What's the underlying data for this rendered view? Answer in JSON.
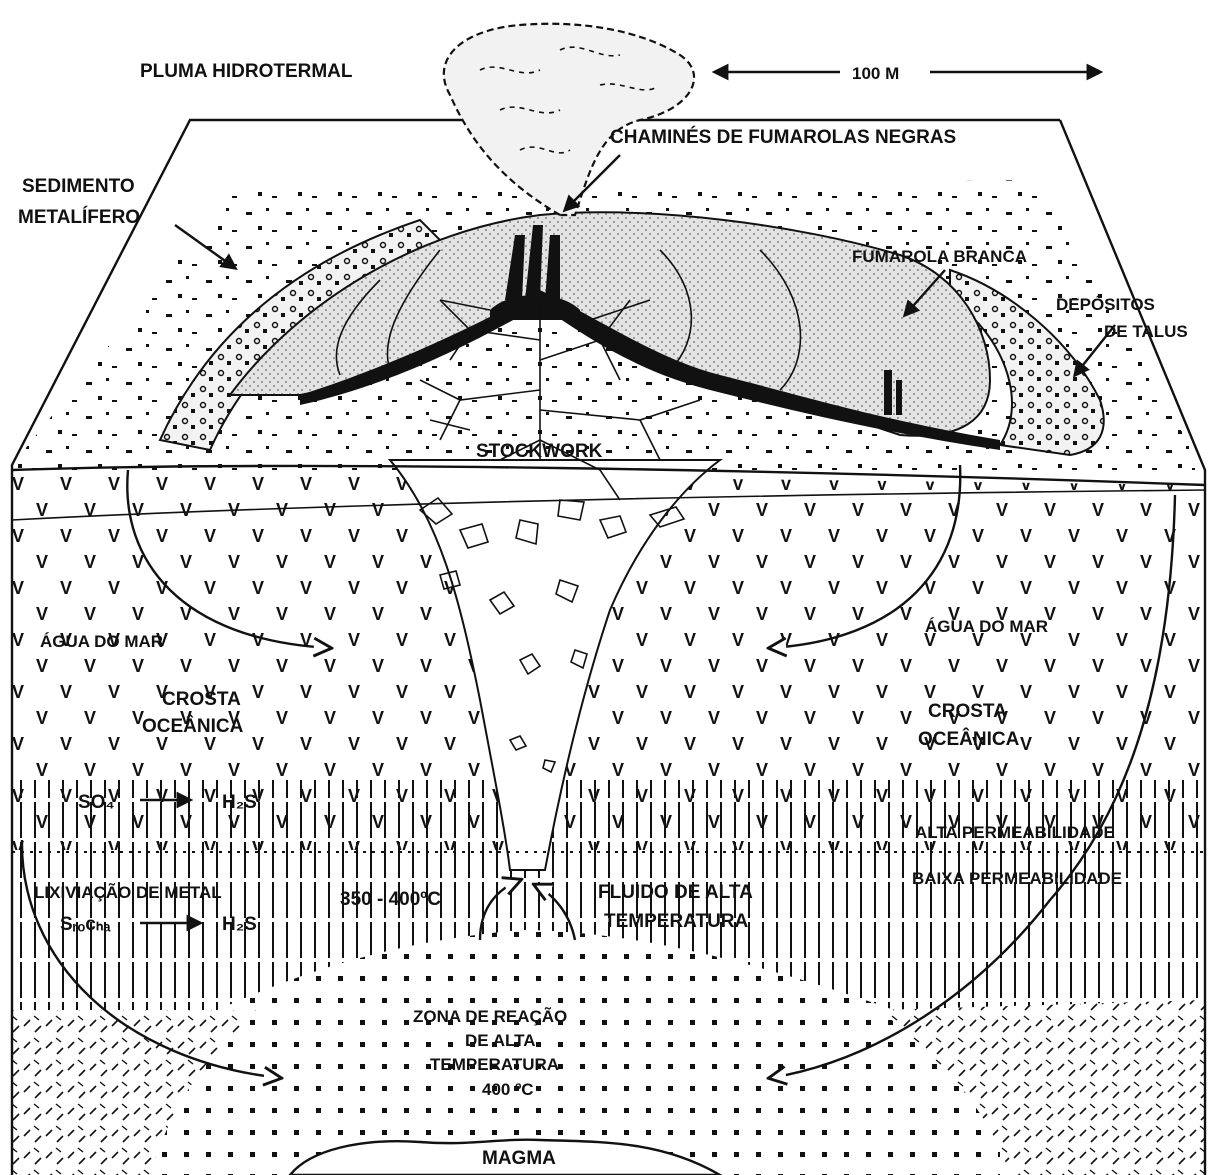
{
  "labels": {
    "plume": "PLUMA HIDROTERMAL",
    "scale": "100 M",
    "black_smoker_chimneys": "CHAMINÉS DE FUMAROLAS NEGRAS",
    "metalliferous_sediment_line1": "SEDIMENTO",
    "metalliferous_sediment_line2": "METALÍFERO",
    "white_smoker": "FUMAROLA BRANCA",
    "talus_line1": "DEPÓSITOS",
    "talus_line2": "DE TALUS",
    "stockwork": "STOCKWORK",
    "seawater_left": "ÁGUA DO MAR",
    "seawater_right": "ÁGUA DO MAR",
    "crust_left_line1": "CROSTA",
    "crust_left_line2": "OCEÂNICA",
    "crust_right_line1": "CROSTA",
    "crust_right_line2": "OCEÂNICA",
    "so4_reaction_from": "SO₄",
    "so4_reaction_to": "H₂S",
    "high_permeability": "ALTA PERMEABILIDADE",
    "low_permeability": "BAIXA PERMEABILIDADE",
    "metal_leaching": "LIXIVIAÇÃO DE METAL",
    "sulfur_reaction_from": "Sᵣₒcₕₐ",
    "sulfur_reaction_to": "H₂S",
    "fluid_temperature": "350 - 400ºC",
    "high_temp_fluid_line1": "FLUIDO DE ALTA",
    "high_temp_fluid_line2": "TEMPERATURA",
    "reaction_zone_line1": "ZONA DE REAÇÃO",
    "reaction_zone_line2": "DE ALTA",
    "reaction_zone_line3": "TEMPERATURA",
    "reaction_zone_temp": "400 ºC",
    "magma": "MAGMA"
  },
  "colors": {
    "ink": "#111111",
    "mound_fill": "#d9d9d9",
    "background": "#ffffff"
  }
}
